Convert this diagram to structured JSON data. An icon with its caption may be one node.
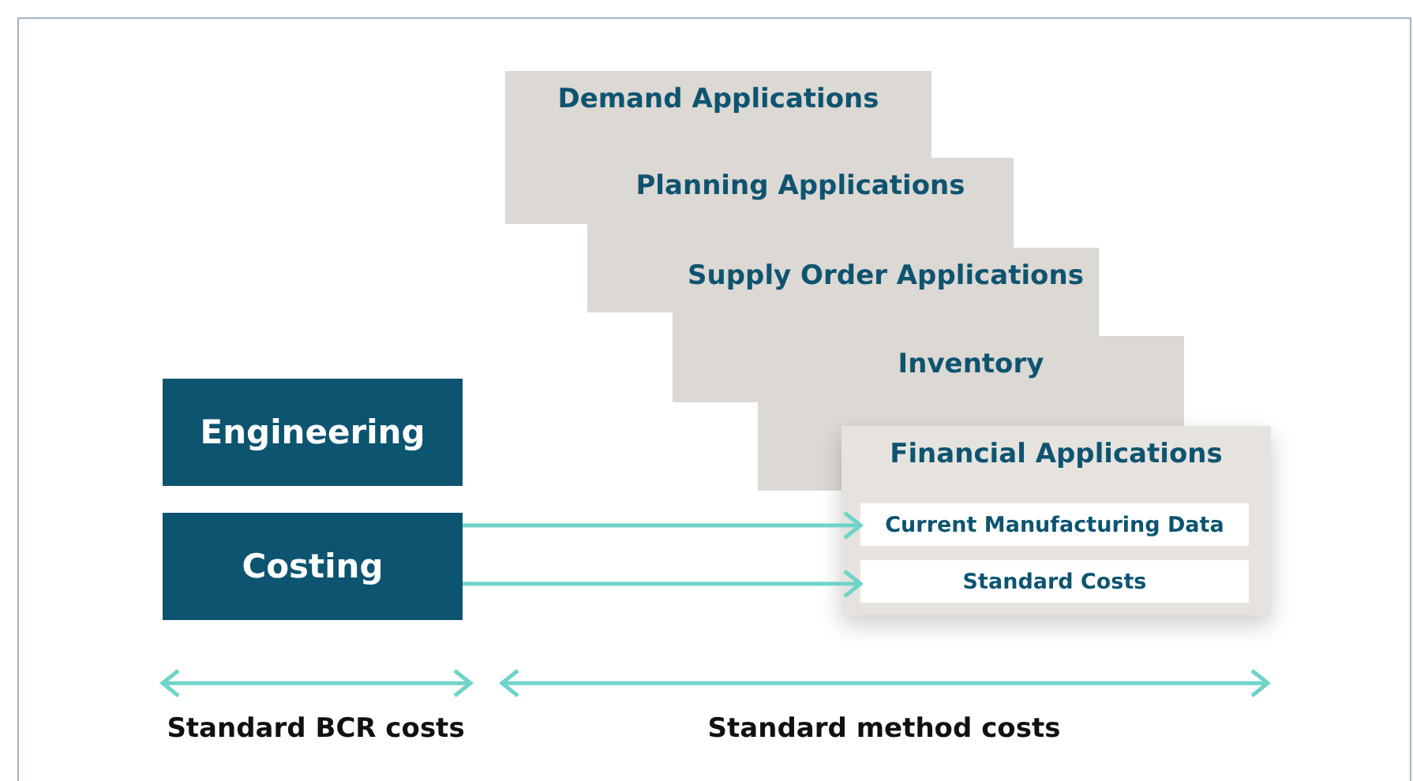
{
  "diagram": {
    "nodes": [
      {
        "text": [
          "Demand Applications"
        ]
      },
      {
        "text": [
          "Planning Applications"
        ]
      },
      {
        "text": [
          "Supply Order Applications"
        ]
      },
      {
        "text": [
          "Inventory"
        ]
      },
      {
        "text": [
          "Financial Applications"
        ]
      },
      {
        "text": [
          "Current Manufacturing Data"
        ],
        "in": 4
      },
      {
        "text": [
          "Standard Costs"
        ],
        "in": 4
      },
      {
        "text": [
          "Engineering"
        ]
      },
      {
        "text": [
          "Costing"
        ]
      }
    ],
    "edges": [
      {
        "from": 8,
        "to": 5,
        "arrow": "to"
      },
      {
        "from": 8,
        "to": 6,
        "arrow": "to"
      }
    ],
    "labels": [
      "Standard BCR costs",
      "Standard method costs"
    ]
  }
}
